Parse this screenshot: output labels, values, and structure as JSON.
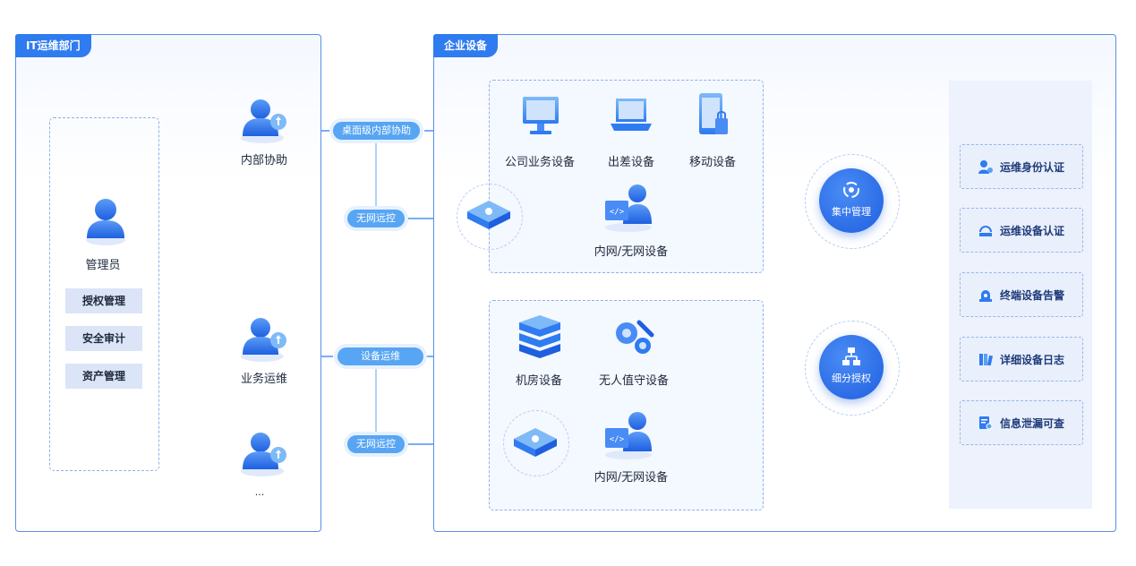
{
  "left_panel": {
    "title": "IT运维部门",
    "admin_label": "管理员",
    "roles": [
      "授权管理",
      "安全审计",
      "资产管理"
    ],
    "users": [
      {
        "label": "内部协助"
      },
      {
        "label": "业务运维"
      },
      {
        "label": "..."
      }
    ]
  },
  "channels": {
    "desktop_assist": "桌面级内部协助",
    "offline_remote_1": "无网远控",
    "device_ops": "设备运维",
    "offline_remote_2": "无网远控"
  },
  "right_panel": {
    "title": "企业设备",
    "group1": {
      "devices": [
        "公司业务设备",
        "出差设备",
        "移动设备"
      ],
      "intranet": "内网/无网设备"
    },
    "group2": {
      "devices": [
        "机房设备",
        "无人值守设备"
      ],
      "intranet": "内网/无网设备"
    }
  },
  "hubs": {
    "central": "集中管理",
    "granular": "细分授权"
  },
  "features": [
    {
      "label": "运维身份认证",
      "icon": "user-auth-icon"
    },
    {
      "label": "运维设备认证",
      "icon": "device-auth-icon"
    },
    {
      "label": "终端设备告警",
      "icon": "alarm-icon"
    },
    {
      "label": "详细设备日志",
      "icon": "log-icon"
    },
    {
      "label": "信息泄漏可查",
      "icon": "doc-search-icon"
    }
  ],
  "colors": {
    "primary": "#2f7bf0",
    "accent": "#57a5f3",
    "border": "#5b8fe8"
  }
}
